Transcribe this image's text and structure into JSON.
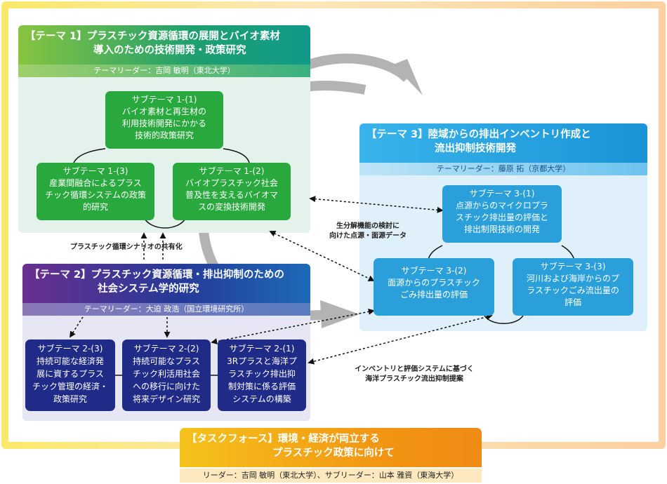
{
  "theme1": {
    "title_line1": "【テーマ 1】プラスチック資源循環の展開とバイオ素材",
    "title_line2": "導入のための技術開発・政策研究",
    "leader": "テーマリーダー：吉岡 敏明（東北大学）",
    "sub1": [
      "サブテーマ 1-(1)",
      "バイオ素材と再生材の",
      "利用技術開発にかかる",
      "技術的政策研究"
    ],
    "sub2": [
      "サブテーマ 1-(2)",
      "バイオプラスチック社会",
      "普及性を支えるバイオマ",
      "スの変換技術開発"
    ],
    "sub3": [
      "サブテーマ 1-(3)",
      "産業間融合によるプラス",
      "チック循環システムの政策",
      "的研究"
    ]
  },
  "theme3": {
    "title_line1": "【テーマ 3】陸域からの排出インベントリ作成と",
    "title_line2": "流出抑制技術開発",
    "leader": "テーマリーダー：藤原 拓（京都大学）",
    "sub1": [
      "サブテーマ 3-(1)",
      "点源からのマイクロプラ",
      "スチック排出量の評価と",
      "排出制限技術の開発"
    ],
    "sub2": [
      "サブテーマ 3-(2)",
      "面源からのプラスチック",
      "ごみ排出量の評価"
    ],
    "sub3": [
      "サブテーマ 3-(3)",
      "河川および海岸からのプ",
      "ラスチックごみ流出量の",
      "評価"
    ]
  },
  "theme2": {
    "title_line1": "【テーマ 2】プラスチック資源循環・排出抑制のための",
    "title_line2": "社会システム学的研究",
    "leader": "テーマリーダー：大迫 政浩（国立環境研究所）",
    "sub1": [
      "サブテーマ 2-(1)",
      "3Rプラスと海洋プ",
      "ラスチック排出抑",
      "制対策に係る評価",
      "システムの構築"
    ],
    "sub2": [
      "サブテーマ 2-(2)",
      "持続可能なプラス",
      "チック利活用社会",
      "への移行に向けた",
      "将来デザイン研究"
    ],
    "sub3": [
      "サブテーマ 2-(3)",
      "持続可能な経済発",
      "展に資するプラス",
      "チック管理の経済・",
      "政策研究"
    ]
  },
  "notes": {
    "scenario": "プラスチック循環シナリオの共有化",
    "biodegradation_line1": "生分解機能の検討に",
    "biodegradation_line2": "向けた点源・面源データ",
    "inventory_line1": "インベントリと評価システムに基づく",
    "inventory_line2": "海洋プラスチック流出抑制提案"
  },
  "taskforce": {
    "title_line1": "【タスクフォース】環境・経済が両立する",
    "title_line2": "プラスチック政策に向けて",
    "leader": "リーダー：吉岡 敏明（東北大学）、サブリーダー：山本 雅資（東海大学）"
  },
  "colors": {
    "theme1": "#1e9f6e",
    "theme2": "#243a98",
    "theme3": "#2a9fda",
    "taskforce": "#f29313",
    "cycle_arrow": "#b3b3b3"
  }
}
